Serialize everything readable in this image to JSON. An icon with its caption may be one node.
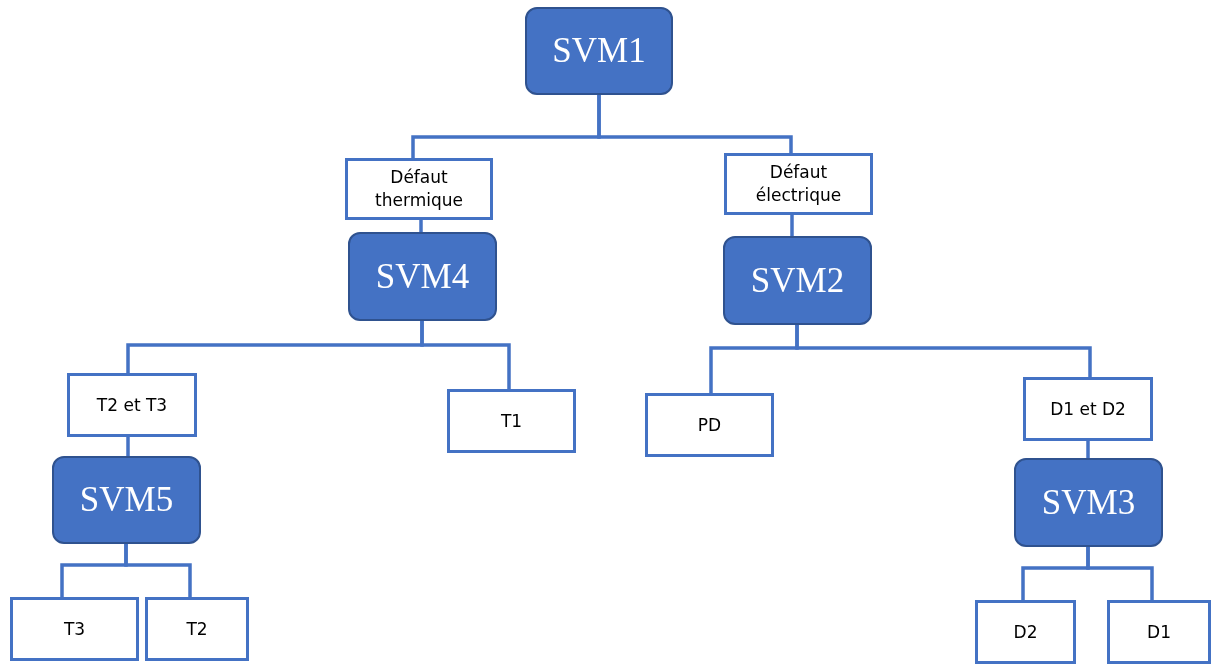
{
  "diagram": {
    "nodes": [
      {
        "text": [
          "SVM1"
        ]
      },
      {
        "text": [
          "Défaut thermique"
        ]
      },
      {
        "text": [
          "Défaut électrique"
        ]
      },
      {
        "text": [
          "SVM4"
        ]
      },
      {
        "text": [
          "SVM2"
        ]
      },
      {
        "text": [
          "T2 et T3"
        ]
      },
      {
        "text": [
          "T1"
        ]
      },
      {
        "text": [
          "PD"
        ]
      },
      {
        "text": [
          "D1 et D2"
        ]
      },
      {
        "text": [
          "SVM5"
        ]
      },
      {
        "text": [
          "SVM3"
        ]
      },
      {
        "text": [
          "T3"
        ]
      },
      {
        "text": [
          "T2"
        ]
      },
      {
        "text": [
          "D2"
        ]
      },
      {
        "text": [
          "D1"
        ]
      }
    ],
    "edges": [
      {
        "from": 0,
        "to": 1,
        "arrow": "none"
      },
      {
        "from": 0,
        "to": 2,
        "arrow": "none"
      },
      {
        "from": 1,
        "to": 3,
        "arrow": "none"
      },
      {
        "from": 2,
        "to": 4,
        "arrow": "none"
      },
      {
        "from": 3,
        "to": 5,
        "arrow": "none"
      },
      {
        "from": 3,
        "to": 6,
        "arrow": "none"
      },
      {
        "from": 4,
        "to": 7,
        "arrow": "none"
      },
      {
        "from": 4,
        "to": 8,
        "arrow": "none"
      },
      {
        "from": 5,
        "to": 9,
        "arrow": "none"
      },
      {
        "from": 8,
        "to": 10,
        "arrow": "none"
      },
      {
        "from": 9,
        "to": 11,
        "arrow": "none"
      },
      {
        "from": 9,
        "to": 12,
        "arrow": "none"
      },
      {
        "from": 10,
        "to": 13,
        "arrow": "none"
      },
      {
        "from": 10,
        "to": 14,
        "arrow": "none"
      }
    ]
  }
}
